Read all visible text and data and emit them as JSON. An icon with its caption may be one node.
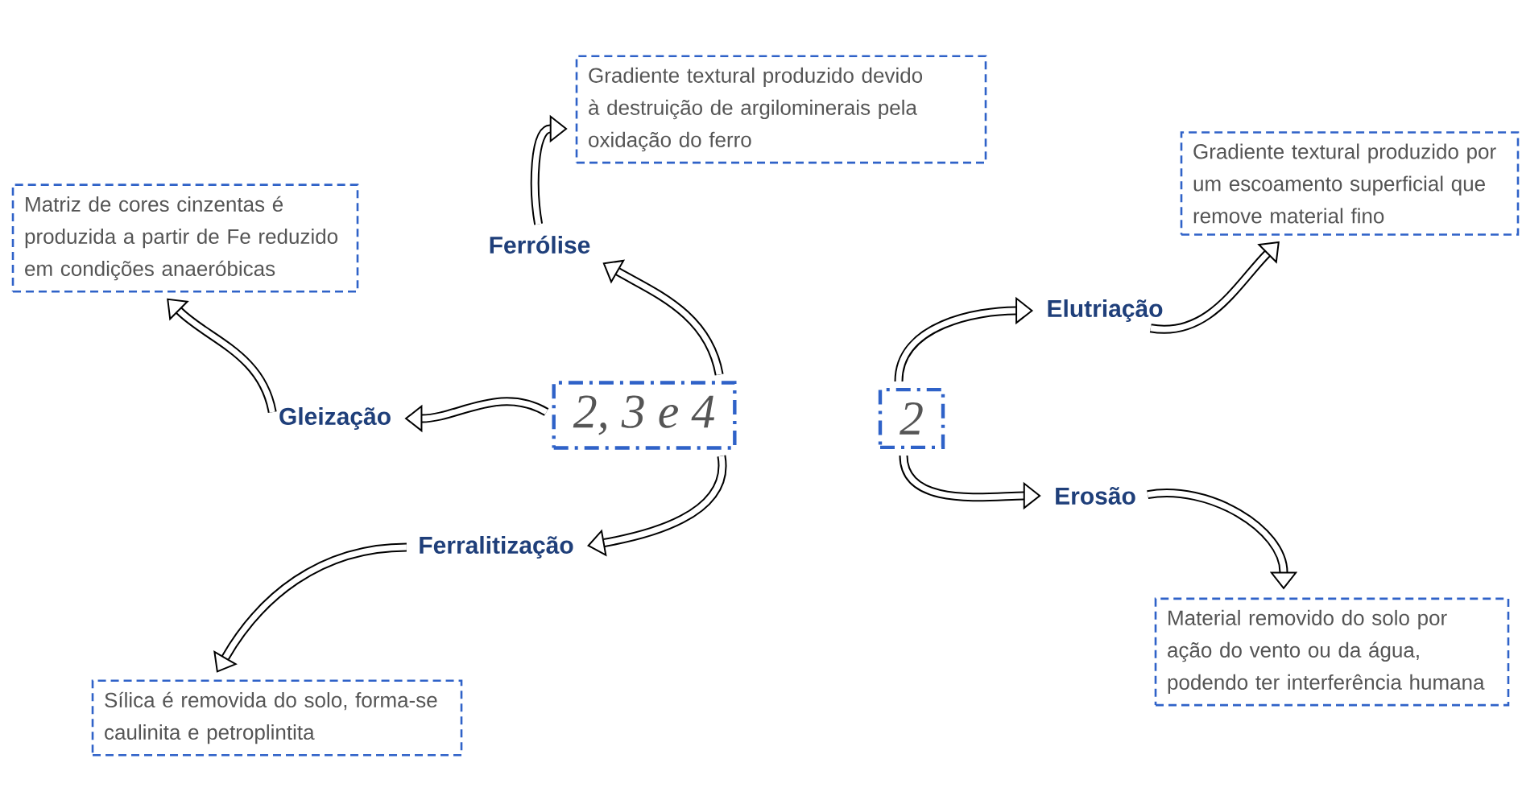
{
  "diagram": {
    "nodes": [
      {
        "text": [
          "2, 3 e 4"
        ]
      },
      {
        "text": [
          "Gleização"
        ]
      },
      {
        "text": [
          "Matriz de cores cinzentas é produzida a partir de Fe reduzido em condições anaeróbicas"
        ]
      },
      {
        "text": [
          "Ferrólise"
        ]
      },
      {
        "text": [
          "Gradiente textural produzido devido à destruição de argilominerais pela oxidação do ferro"
        ]
      },
      {
        "text": [
          "Ferralitização"
        ]
      },
      {
        "text": [
          "Sílica é removida do solo, forma-se caulinita e petroplintita"
        ]
      },
      {
        "text": [
          "2"
        ]
      },
      {
        "text": [
          "Elutriação"
        ]
      },
      {
        "text": [
          "Gradiente textural produzido por um escoamento superficial que remove material fino"
        ]
      },
      {
        "text": [
          "Erosão"
        ]
      },
      {
        "text": [
          "Material removido do solo por ação do vento ou da água, podendo ter interferência humana"
        ]
      }
    ],
    "edges": [
      {
        "from": 0,
        "to": 1,
        "arrow": "to"
      },
      {
        "from": 1,
        "to": 2,
        "arrow": "to"
      },
      {
        "from": 0,
        "to": 3,
        "arrow": "to"
      },
      {
        "from": 3,
        "to": 4,
        "arrow": "to"
      },
      {
        "from": 0,
        "to": 5,
        "arrow": "to"
      },
      {
        "from": 5,
        "to": 6,
        "arrow": "to"
      },
      {
        "from": 7,
        "to": 8,
        "arrow": "to"
      },
      {
        "from": 8,
        "to": 9,
        "arrow": "to"
      },
      {
        "from": 7,
        "to": 10,
        "arrow": "to"
      },
      {
        "from": 10,
        "to": 11,
        "arrow": "to"
      }
    ]
  }
}
